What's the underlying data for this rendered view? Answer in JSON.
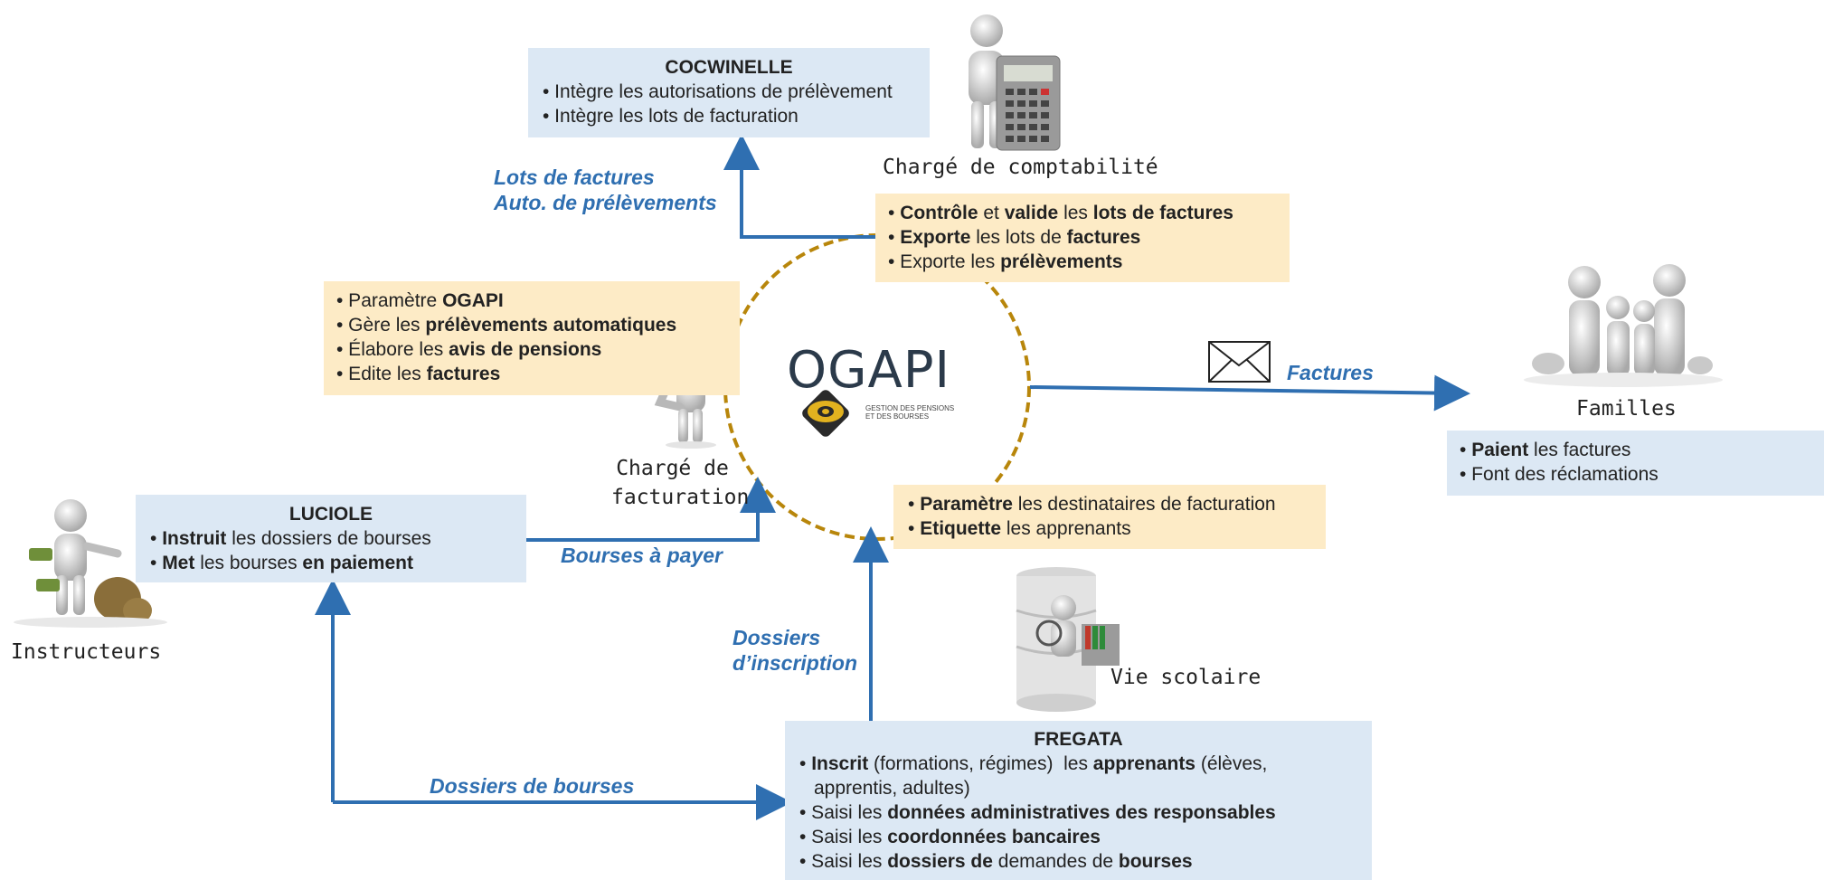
{
  "center": {
    "logo": "OGAPI",
    "tagline_1": "GESTION DES PENSIONS",
    "tagline_2": "ET DES BOURSES"
  },
  "cocwinelle": {
    "title": "COCWINELLE",
    "items": [
      [
        "• Intègre les autorisations de prélèvement"
      ],
      [
        "• Intègre les lots de facturation"
      ]
    ]
  },
  "comptabilite": {
    "actor": "Chargé de comptabilité",
    "items": [
      [
        "• ",
        {
          "b": "Contrôle"
        },
        " et ",
        {
          "b": "valide"
        },
        " les ",
        {
          "b": "lots de factures"
        }
      ],
      [
        "• ",
        {
          "b": "Exporte"
        },
        " les lots de ",
        {
          "b": "factures"
        }
      ],
      [
        "• Exporte les ",
        {
          "b": "prélèvements"
        }
      ]
    ]
  },
  "facturation": {
    "actor_line1": "Chargé de",
    "actor_line2": "facturation",
    "items": [
      [
        "• Paramètre ",
        {
          "b": "OGAPI"
        }
      ],
      [
        "• Gère les ",
        {
          "b": "prélèvements automatiques"
        }
      ],
      [
        "• Élabore les ",
        {
          "b": "avis de pensions"
        }
      ],
      [
        "• Edite les ",
        {
          "b": "factures"
        }
      ]
    ]
  },
  "familles": {
    "actor": "Familles",
    "items": [
      [
        "• ",
        {
          "b": "Paient"
        },
        " les factures"
      ],
      [
        "• Font des réclamations"
      ]
    ]
  },
  "luciole": {
    "title": "LUCIOLE",
    "items": [
      [
        "• ",
        {
          "b": "Instruit"
        },
        " les dossiers de bourses"
      ],
      [
        "• ",
        {
          "b": "Met"
        },
        " les bourses ",
        {
          "b": "en paiement"
        }
      ]
    ]
  },
  "instructeurs": {
    "actor": "Instructeurs"
  },
  "vie_scolaire": {
    "actor": "Vie scolaire",
    "items": [
      [
        "• ",
        {
          "b": "Paramètre"
        },
        " les destinataires de facturation"
      ],
      [
        "• ",
        {
          "b": "Etiquette"
        },
        " les apprenants"
      ]
    ]
  },
  "fregata": {
    "title": "FREGATA",
    "items": [
      [
        "• ",
        {
          "b": "Inscrit"
        },
        " (formations, régimes)  les ",
        {
          "b": "apprenants"
        },
        " (élèves,"
      ],
      [
        "apprentis, adultes)"
      ],
      [
        "• Saisi les ",
        {
          "b": "données administratives des responsables"
        }
      ],
      [
        "• Saisi les ",
        {
          "b": "coordonnées bancaires"
        }
      ],
      [
        "• Saisi les ",
        {
          "b": "dossiers de"
        },
        " demandes de ",
        {
          "b": "bourses"
        }
      ]
    ]
  },
  "flows": {
    "lots_line1": "Lots de factures",
    "lots_line2": "Auto. de prélèvements",
    "factures": "Factures",
    "bourses_payer": "Bourses à payer",
    "dossiers_insc_line1": "Dossiers",
    "dossiers_insc_line2": "d’inscription",
    "dossiers_bourses": "Dossiers de bourses"
  },
  "colors": {
    "arrow": "#2f6fb1",
    "circle": "#b8860b",
    "box_blue": "#dce8f4",
    "box_tan": "#fdebc6"
  }
}
